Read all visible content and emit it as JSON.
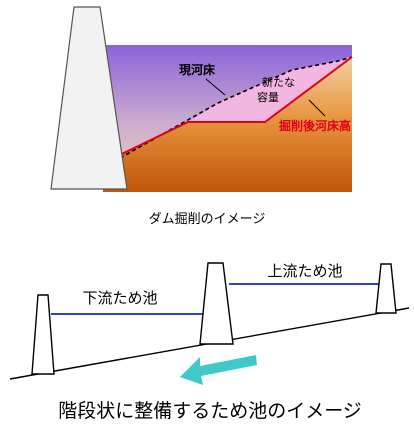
{
  "top_diagram": {
    "label_current_riverbed": "現河床",
    "label_new_capacity_line1": "新たな",
    "label_new_capacity_line2": "容量",
    "label_excavated_riverbed": "掘削後河床高",
    "caption": "ダム掘削のイメージ"
  },
  "bottom_diagram": {
    "label_lower_pond": "下流ため池",
    "label_upper_pond": "上流ため池",
    "caption": "階段状に整備するため池のイメージ"
  },
  "colors": {
    "sky_top": "#8a63d8",
    "sediment_dark": "#c8650f",
    "new_capacity_pink": "#f2b6e0",
    "excavation_line": "#e0001a",
    "water_line": "#3344c8",
    "flow_arrow": "#3fc8c8",
    "dam_fill": "#f2f2f2"
  }
}
